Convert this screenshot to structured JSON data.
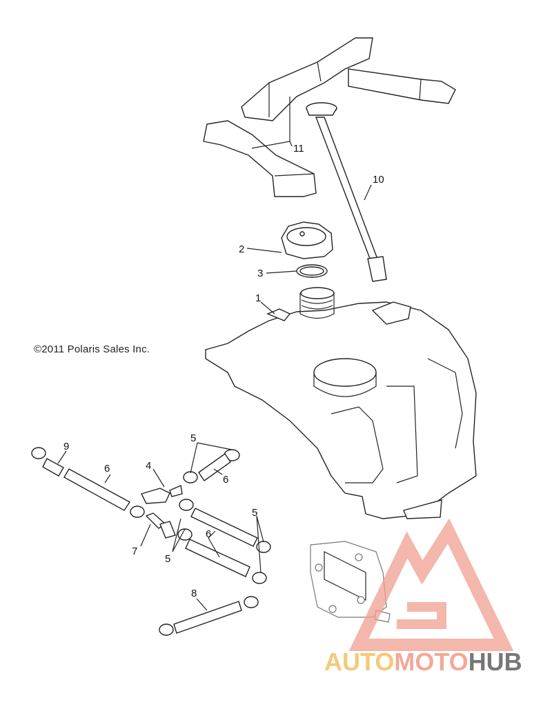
{
  "copyright": "©2011  Polaris Sales Inc.",
  "callouts": {
    "c1": "1",
    "c2": "2",
    "c3": "3",
    "c4": "4",
    "c5a": "5",
    "c5b": "5",
    "c5c": "5",
    "c6a": "6",
    "c6b": "6",
    "c6c": "6",
    "c7": "7",
    "c8": "8",
    "c9": "9",
    "c10": "10",
    "c11": "11"
  },
  "watermark": {
    "part1": "AUTO",
    "part2": "MOTO",
    "part3": "HUB",
    "colors": {
      "accent": "#f0a090",
      "gold": "#f4c060",
      "gray": "#777777"
    }
  }
}
